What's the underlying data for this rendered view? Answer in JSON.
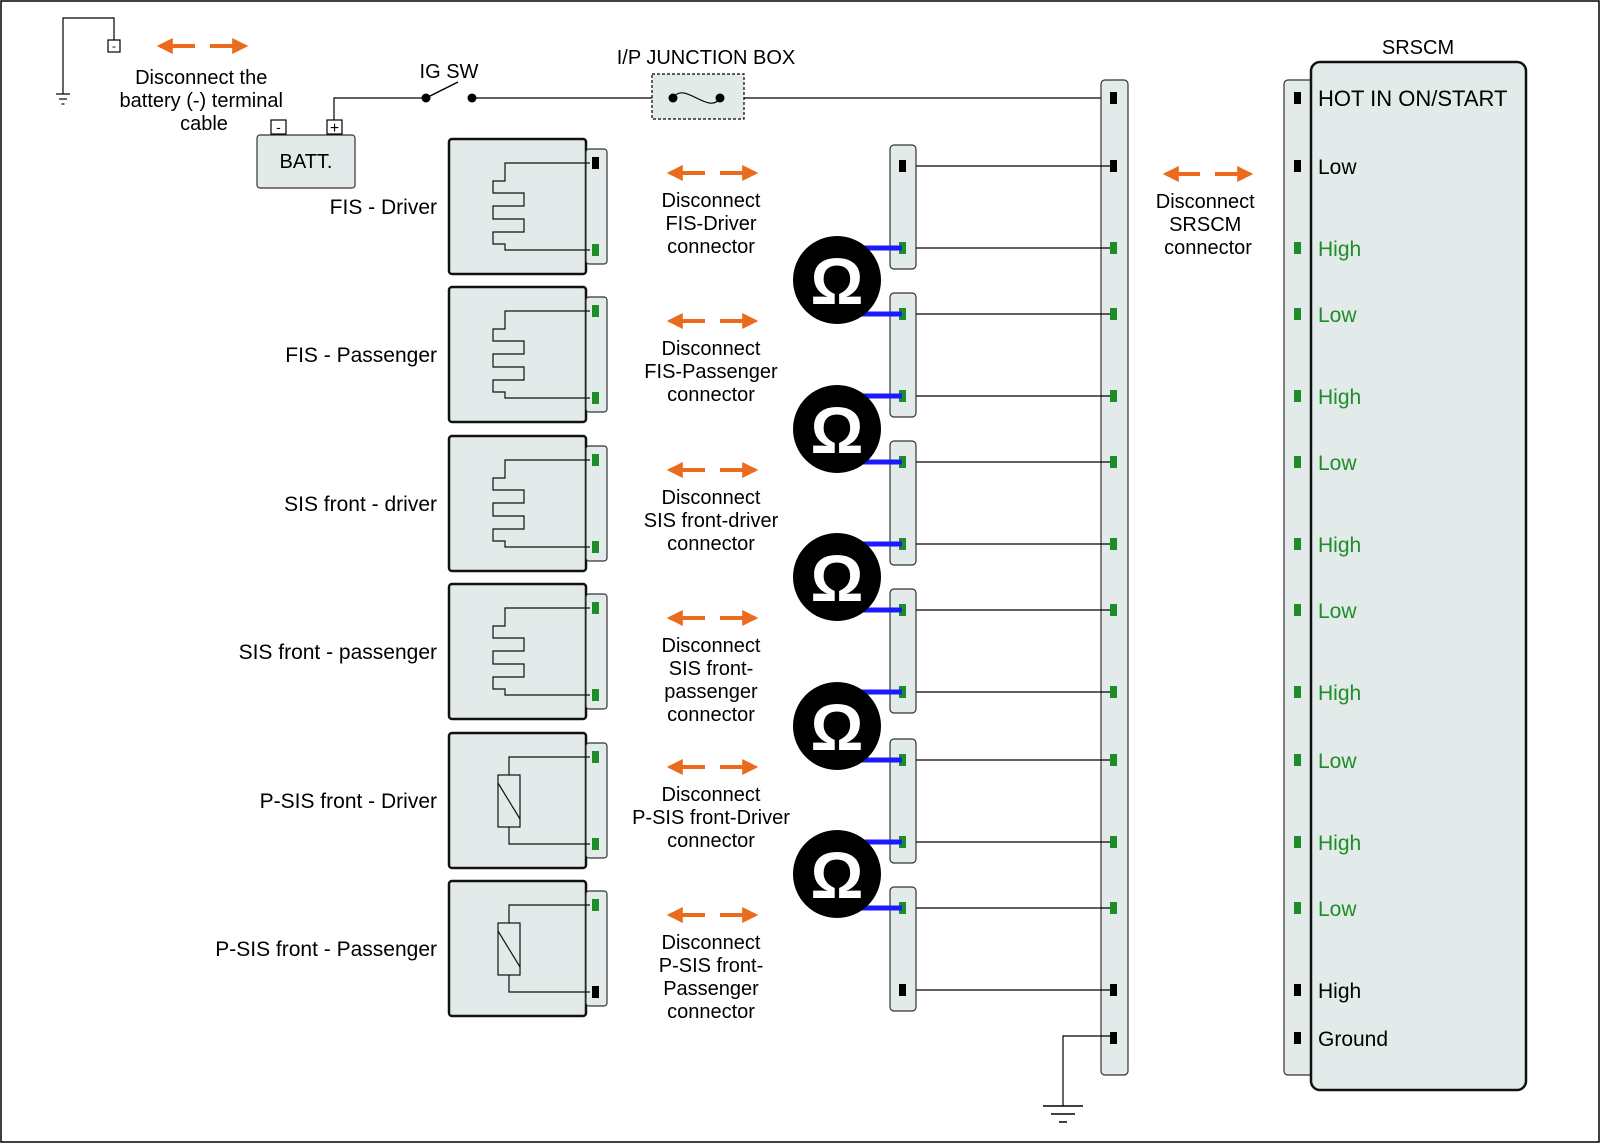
{
  "battery": {
    "label": "BATT.",
    "neg_symbol": "-",
    "pos_symbol": "+",
    "disconnect_lines": [
      "Disconnect the",
      "battery (-) terminal",
      "cable"
    ]
  },
  "ig_switch": {
    "label": "IG SW"
  },
  "junction_box": {
    "label": "I/P JUNCTION BOX"
  },
  "srscm": {
    "title": "SRSCM",
    "disconnect_lines": [
      "Disconnect",
      "SRSCM",
      "connector"
    ],
    "pins": [
      {
        "label": "HOT IN ON/START",
        "color": "#000000"
      },
      {
        "label": "Low",
        "color": "#000000"
      },
      {
        "label": "High",
        "color": "#1e8c28"
      },
      {
        "label": "Low",
        "color": "#1e8c28"
      },
      {
        "label": "High",
        "color": "#1e8c28"
      },
      {
        "label": "Low",
        "color": "#1e8c28"
      },
      {
        "label": "High",
        "color": "#1e8c28"
      },
      {
        "label": "Low",
        "color": "#1e8c28"
      },
      {
        "label": "High",
        "color": "#1e8c28"
      },
      {
        "label": "Low",
        "color": "#1e8c28"
      },
      {
        "label": "High",
        "color": "#1e8c28"
      },
      {
        "label": "Low",
        "color": "#1e8c28"
      },
      {
        "label": "High",
        "color": "#000000"
      },
      {
        "label": "Ground",
        "color": "#000000"
      }
    ]
  },
  "sensors": [
    {
      "name": "FIS - Driver",
      "symbol": "coil",
      "disconnect_lines": [
        "Disconnect",
        "FIS-Driver",
        "connector"
      ],
      "pin_colors": [
        "#000000",
        "#1e8c28"
      ]
    },
    {
      "name": "FIS - Passenger",
      "symbol": "coil",
      "disconnect_lines": [
        "Disconnect",
        "FIS-Passenger",
        "connector"
      ],
      "pin_colors": [
        "#1e8c28",
        "#1e8c28"
      ]
    },
    {
      "name": "SIS front - driver",
      "symbol": "coil",
      "disconnect_lines": [
        "Disconnect",
        "SIS front-driver",
        "connector"
      ],
      "pin_colors": [
        "#1e8c28",
        "#1e8c28"
      ]
    },
    {
      "name": "SIS front - passenger",
      "symbol": "coil",
      "disconnect_lines": [
        "Disconnect",
        "SIS front-",
        "passenger",
        "connector"
      ],
      "pin_colors": [
        "#1e8c28",
        "#1e8c28"
      ]
    },
    {
      "name": "P-SIS front - Driver",
      "symbol": "resistor",
      "disconnect_lines": [
        "Disconnect",
        "P-SIS front-Driver",
        "connector"
      ],
      "pin_colors": [
        "#1e8c28",
        "#1e8c28"
      ]
    },
    {
      "name": "P-SIS front - Passenger",
      "symbol": "resistor",
      "disconnect_lines": [
        "Disconnect",
        "P-SIS front-",
        "Passenger",
        "connector"
      ],
      "pin_colors": [
        "#1e8c28",
        "#000000"
      ]
    }
  ],
  "ohmmeter": {
    "symbol": "Ω",
    "count": 5
  },
  "colors": {
    "arrow": "#ea6a1e",
    "pin_green": "#1e8c28",
    "probe_blue": "#1a1aff",
    "connector_fill": "#e3eaea"
  }
}
